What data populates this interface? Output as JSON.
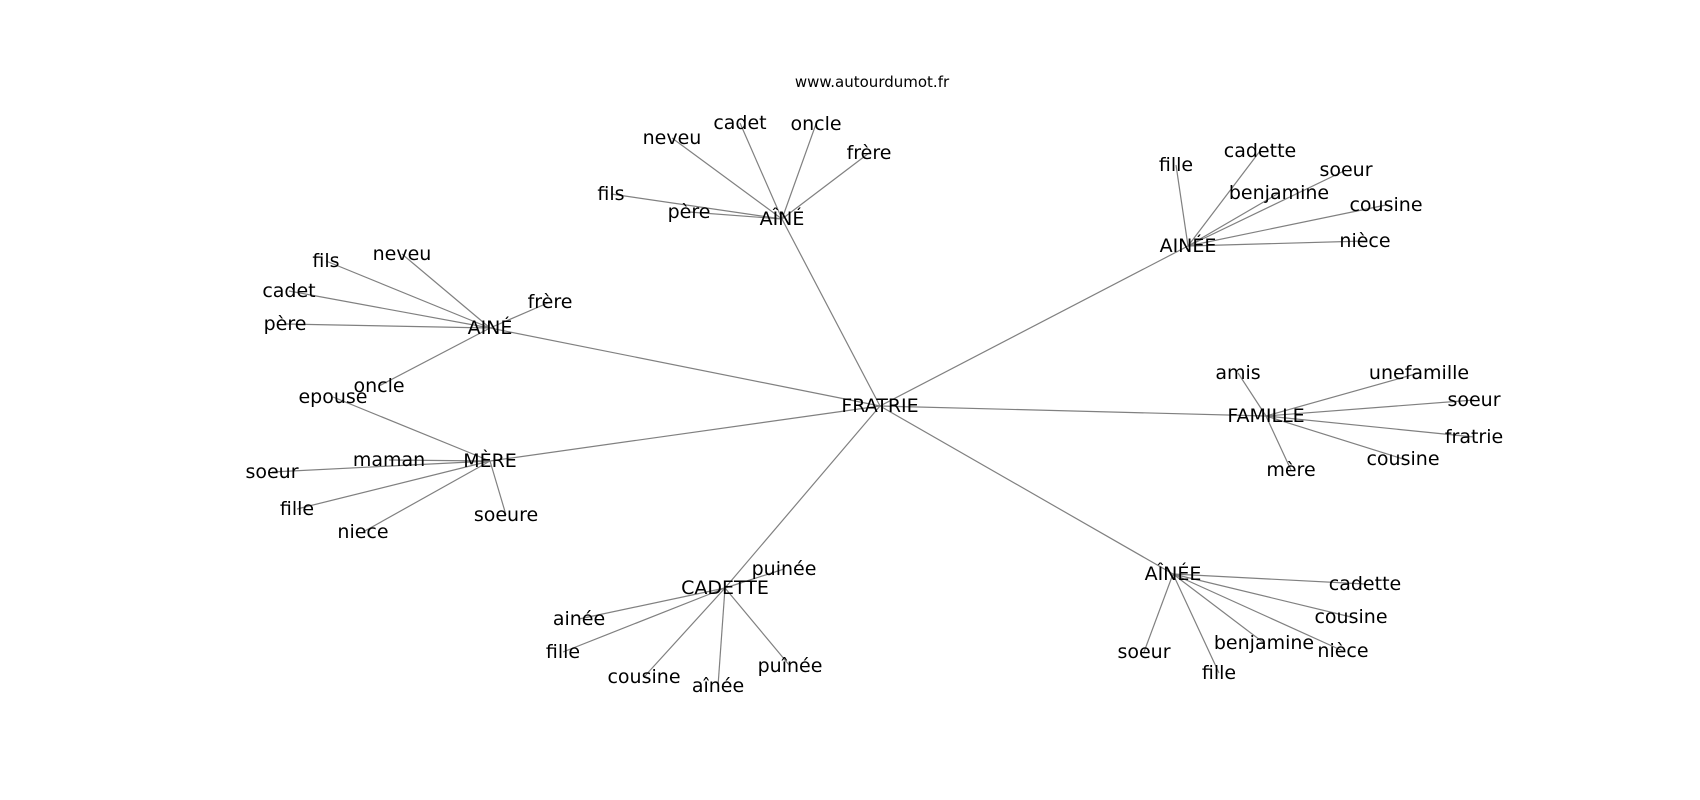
{
  "site": "www.autourdumot.fr",
  "nodes": [
    {
      "id": "fratrie",
      "label": "FRATRIE"
    },
    {
      "id": "aine_top",
      "label": "AÎNÉ"
    },
    {
      "id": "ainee_tr",
      "label": "AINÉE"
    },
    {
      "id": "aine_left",
      "label": "AINÉ"
    },
    {
      "id": "mere",
      "label": "MÈRE"
    },
    {
      "id": "famille",
      "label": "FAMILLE"
    },
    {
      "id": "cadette_hub",
      "label": "CADETTE"
    },
    {
      "id": "ainee_br",
      "label": "AÎNÉE"
    },
    {
      "id": "t_neveu",
      "label": "neveu"
    },
    {
      "id": "t_cadet",
      "label": "cadet"
    },
    {
      "id": "t_oncle",
      "label": "oncle"
    },
    {
      "id": "t_frere",
      "label": "frère"
    },
    {
      "id": "t_fils",
      "label": "fils"
    },
    {
      "id": "t_pere",
      "label": "père"
    },
    {
      "id": "tr_fille",
      "label": "fille"
    },
    {
      "id": "tr_cadette",
      "label": "cadette"
    },
    {
      "id": "tr_soeur",
      "label": "soeur"
    },
    {
      "id": "tr_benjamine",
      "label": "benjamine"
    },
    {
      "id": "tr_cousine",
      "label": "cousine"
    },
    {
      "id": "tr_niece",
      "label": "nièce"
    },
    {
      "id": "l_fils",
      "label": "fils"
    },
    {
      "id": "l_neveu",
      "label": "neveu"
    },
    {
      "id": "l_cadet",
      "label": "cadet"
    },
    {
      "id": "l_pere",
      "label": "père"
    },
    {
      "id": "l_frere",
      "label": "frère"
    },
    {
      "id": "l_oncle",
      "label": "oncle"
    },
    {
      "id": "m_epouse",
      "label": "epouse"
    },
    {
      "id": "m_maman",
      "label": "maman"
    },
    {
      "id": "m_soeur",
      "label": "soeur"
    },
    {
      "id": "m_fille",
      "label": "fille"
    },
    {
      "id": "m_niece",
      "label": "niece"
    },
    {
      "id": "m_soeure",
      "label": "soeure"
    },
    {
      "id": "f_amis",
      "label": "amis"
    },
    {
      "id": "f_unefamille",
      "label": "unefamille"
    },
    {
      "id": "f_soeur",
      "label": "soeur"
    },
    {
      "id": "f_fratrie",
      "label": "fratrie"
    },
    {
      "id": "f_cousine",
      "label": "cousine"
    },
    {
      "id": "f_mere",
      "label": "mère"
    },
    {
      "id": "c_puinee",
      "label": "puinée"
    },
    {
      "id": "c_ainee",
      "label": "ainée"
    },
    {
      "id": "c_fille",
      "label": "fille"
    },
    {
      "id": "c_cousine",
      "label": "cousine"
    },
    {
      "id": "c_ainee2",
      "label": "aînée"
    },
    {
      "id": "c_puinee2",
      "label": "puînée"
    },
    {
      "id": "b_cadette",
      "label": "cadette"
    },
    {
      "id": "b_cousine",
      "label": "cousine"
    },
    {
      "id": "b_benjamine",
      "label": "benjamine"
    },
    {
      "id": "b_niece",
      "label": "nièce"
    },
    {
      "id": "b_soeur",
      "label": "soeur"
    },
    {
      "id": "b_fille",
      "label": "fille"
    }
  ],
  "edges": [
    [
      "fratrie",
      "aine_top"
    ],
    [
      "fratrie",
      "ainee_tr"
    ],
    [
      "fratrie",
      "aine_left"
    ],
    [
      "fratrie",
      "mere"
    ],
    [
      "fratrie",
      "famille"
    ],
    [
      "fratrie",
      "cadette_hub"
    ],
    [
      "fratrie",
      "ainee_br"
    ],
    [
      "aine_top",
      "t_neveu"
    ],
    [
      "aine_top",
      "t_cadet"
    ],
    [
      "aine_top",
      "t_oncle"
    ],
    [
      "aine_top",
      "t_frere"
    ],
    [
      "aine_top",
      "t_fils"
    ],
    [
      "aine_top",
      "t_pere"
    ],
    [
      "ainee_tr",
      "tr_fille"
    ],
    [
      "ainee_tr",
      "tr_cadette"
    ],
    [
      "ainee_tr",
      "tr_soeur"
    ],
    [
      "ainee_tr",
      "tr_benjamine"
    ],
    [
      "ainee_tr",
      "tr_cousine"
    ],
    [
      "ainee_tr",
      "tr_niece"
    ],
    [
      "aine_left",
      "l_fils"
    ],
    [
      "aine_left",
      "l_neveu"
    ],
    [
      "aine_left",
      "l_cadet"
    ],
    [
      "aine_left",
      "l_pere"
    ],
    [
      "aine_left",
      "l_frere"
    ],
    [
      "aine_left",
      "l_oncle"
    ],
    [
      "mere",
      "m_epouse"
    ],
    [
      "mere",
      "m_maman"
    ],
    [
      "mere",
      "m_soeur"
    ],
    [
      "mere",
      "m_fille"
    ],
    [
      "mere",
      "m_niece"
    ],
    [
      "mere",
      "m_soeure"
    ],
    [
      "famille",
      "f_amis"
    ],
    [
      "famille",
      "f_unefamille"
    ],
    [
      "famille",
      "f_soeur"
    ],
    [
      "famille",
      "f_fratrie"
    ],
    [
      "famille",
      "f_cousine"
    ],
    [
      "famille",
      "f_mere"
    ],
    [
      "cadette_hub",
      "c_puinee"
    ],
    [
      "cadette_hub",
      "c_ainee"
    ],
    [
      "cadette_hub",
      "c_fille"
    ],
    [
      "cadette_hub",
      "c_cousine"
    ],
    [
      "cadette_hub",
      "c_ainee2"
    ],
    [
      "cadette_hub",
      "c_puinee2"
    ],
    [
      "ainee_br",
      "b_cadette"
    ],
    [
      "ainee_br",
      "b_cousine"
    ],
    [
      "ainee_br",
      "b_benjamine"
    ],
    [
      "ainee_br",
      "b_niece"
    ],
    [
      "ainee_br",
      "b_soeur"
    ],
    [
      "ainee_br",
      "b_fille"
    ]
  ]
}
